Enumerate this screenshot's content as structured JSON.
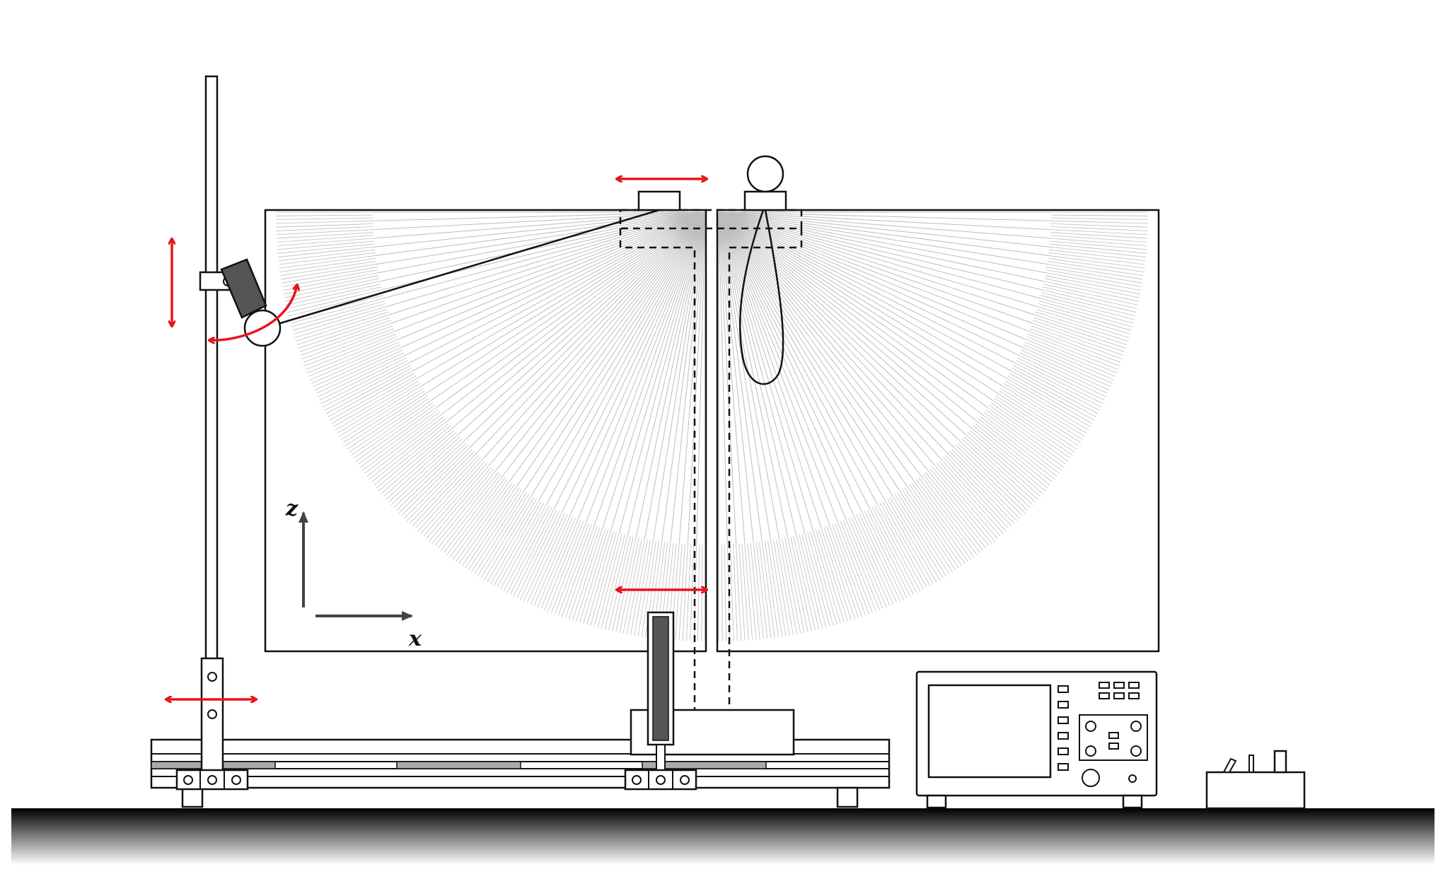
{
  "colors": {
    "line": "#111111",
    "arrow": "#e8141c",
    "ray": "#bdbdbd",
    "dark_fill": "#555555",
    "rail_fill": "#aaaaaa",
    "axis": "#444444"
  },
  "axes": {
    "z_label": "z",
    "x_label": "x"
  },
  "icons": {
    "motion": "double-headed-red-arrow",
    "rotation": "curved-red-arrow"
  }
}
